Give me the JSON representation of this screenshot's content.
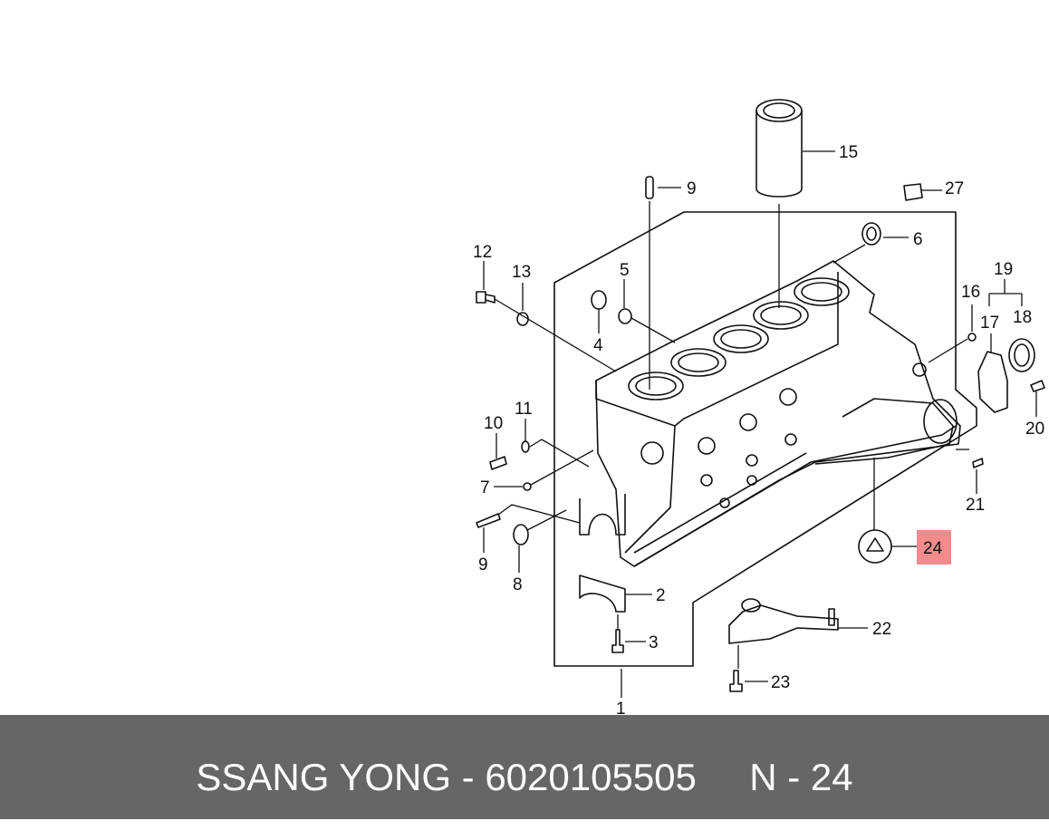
{
  "diagram": {
    "callouts": [
      "1",
      "2",
      "3",
      "4",
      "5",
      "6",
      "7",
      "8",
      "9",
      "9",
      "10",
      "11",
      "12",
      "13",
      "15",
      "16",
      "17",
      "18",
      "19",
      "20",
      "21",
      "22",
      "23",
      "24",
      "27"
    ],
    "highlight": {
      "label": "24",
      "color": "#f28b8b"
    }
  },
  "footer": {
    "text": "SSANG YONG - 6020105505     N - 24",
    "background": "#666666"
  }
}
